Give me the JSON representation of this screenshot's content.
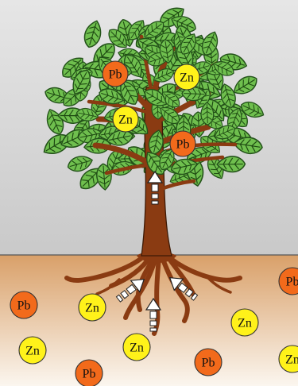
{
  "colors": {
    "sky_top": "#e6e6e6",
    "sky_bottom": "#c9c9c9",
    "soil_top": "#d9a069",
    "soil_bottom": "#fbf6ef",
    "bark": "#8a3b12",
    "leaf": "#6fbf4e",
    "leaf_vein": "#1e4a12",
    "pb_fill": "#f26a1b",
    "zn_fill": "#fff21a",
    "arrow_fill": "#ffffff"
  },
  "tree": {
    "metals": [
      {
        "label": "Pb",
        "kind": "pb"
      },
      {
        "label": "Zn",
        "kind": "zn"
      },
      {
        "label": "Zn",
        "kind": "zn"
      },
      {
        "label": "Pb",
        "kind": "pb"
      }
    ]
  },
  "soil": {
    "metals": [
      {
        "label": "Pb",
        "kind": "pb"
      },
      {
        "label": "Zn",
        "kind": "zn"
      },
      {
        "label": "Zn",
        "kind": "zn"
      },
      {
        "label": "Zn",
        "kind": "zn"
      },
      {
        "label": "Zn",
        "kind": "zn"
      },
      {
        "label": "Pb",
        "kind": "pb"
      },
      {
        "label": "Pb",
        "kind": "pb"
      },
      {
        "label": "Pb",
        "kind": "pb"
      },
      {
        "label": "Zn",
        "kind": "zn"
      }
    ]
  },
  "arrows": [
    {
      "name": "trunk-up-arrow-icon"
    },
    {
      "name": "root-left-arrow-icon"
    },
    {
      "name": "root-center-arrow-icon"
    },
    {
      "name": "root-right-arrow-icon"
    }
  ]
}
